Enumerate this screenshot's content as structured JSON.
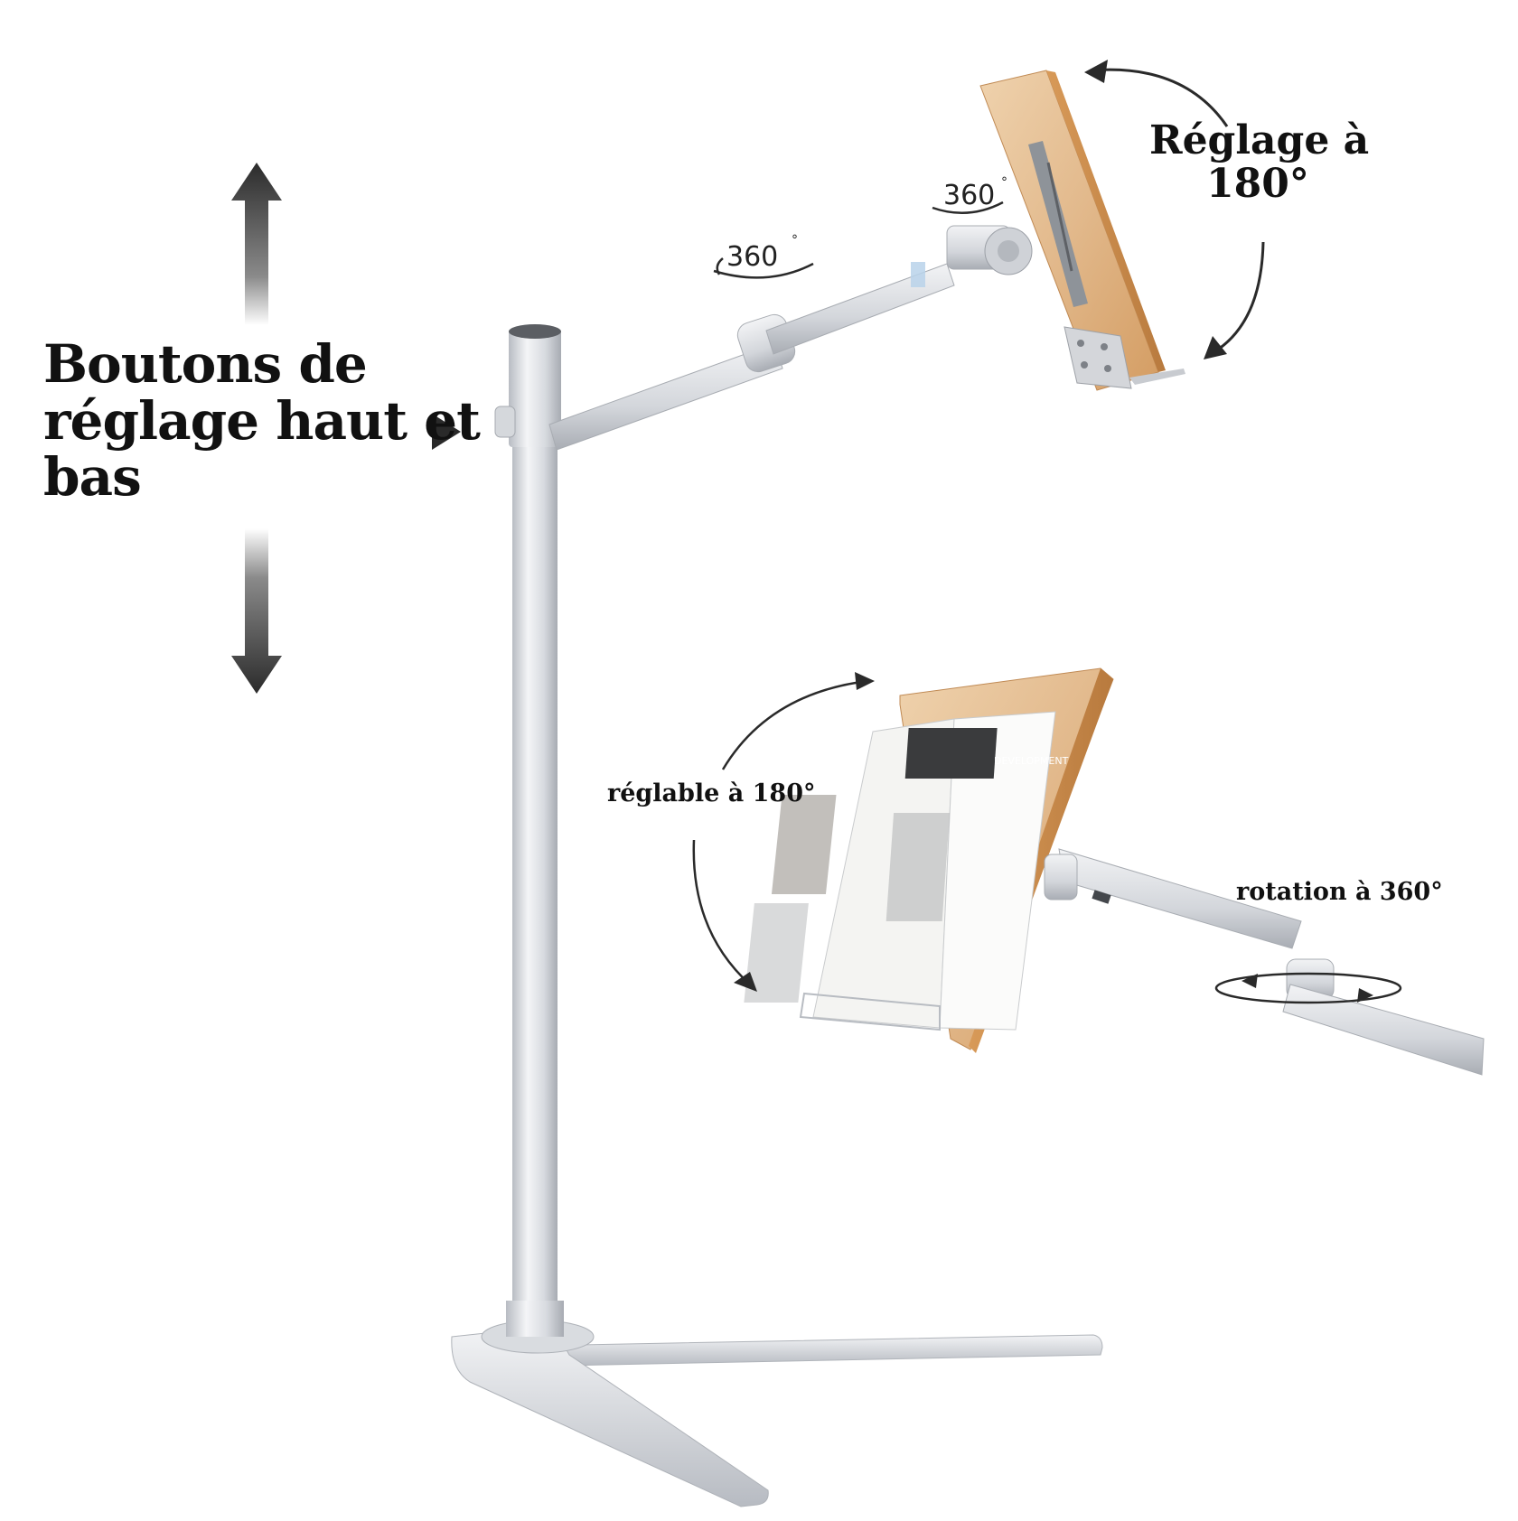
{
  "labels": {
    "height_adjust_line1": "Boutons de",
    "height_adjust_line2": "réglage haut et",
    "height_adjust_line3": "bas",
    "top_tilt_line1": "Réglage à",
    "top_tilt_line2": "180°",
    "lower_tilt": "réglable à 180°",
    "lower_rotation": "rotation à 360°",
    "rotation_badge_arm": "360",
    "rotation_badge_head": "360",
    "degree_sign": "°",
    "book_cover_text": "DEVELOPMENT"
  },
  "colors": {
    "background": "#ffffff",
    "text": "#111111",
    "arrow": "#2a2a2a",
    "aluminium_light": "#eceef1",
    "aluminium_mid": "#c9ccd2",
    "aluminium_dark": "#9da1a8",
    "wood_light": "#e6c198",
    "wood_dark": "#c68a52"
  },
  "icons": {
    "vertical_arrow": "double-headed-vertical-arrow-icon",
    "pointer": "right-triangle-pointer-icon",
    "curved_arrow": "curved-rotation-arrow-icon",
    "spin_ring": "horizontal-spin-ring-icon"
  }
}
